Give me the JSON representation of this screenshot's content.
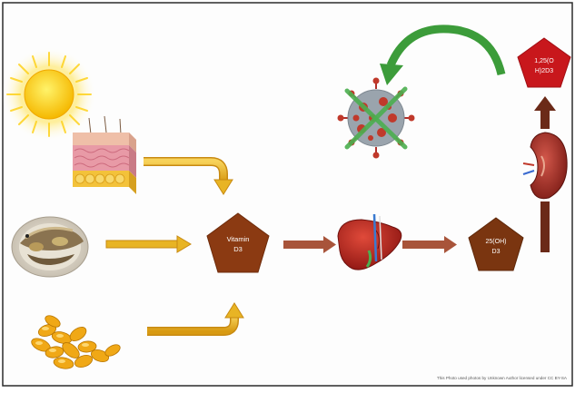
{
  "nodes": {
    "vitamin_d3": [
      "Vitamin",
      "D3"
    ],
    "calcidiol": [
      "25(OH)",
      "D3"
    ],
    "calcitriol": [
      "1,25(O",
      "H)2D3"
    ]
  },
  "attribution": "This Photo used photos by Unknown Author licensed under CC BY-SA",
  "colors": {
    "background": "#fdfdfd",
    "border": "#2b2b2b",
    "pentagon_fill": "#8b3a12",
    "pentagon_red": "#c8171c",
    "brown_arrow": "#a8543a",
    "dark_arrow": "#6b2a18",
    "yellow_arrow": "#e8b424",
    "green_arrow": "#3c9c3a",
    "sun": "#ffd21c",
    "virus": "#c0392b",
    "liver": "#b5231f",
    "kidney": "#9b2a22"
  },
  "icons": [
    "sun-icon",
    "skin-icon",
    "fish-icon",
    "capsules-icon",
    "liver-icon",
    "kidney-icon",
    "virus-icon",
    "cross-icon"
  ]
}
